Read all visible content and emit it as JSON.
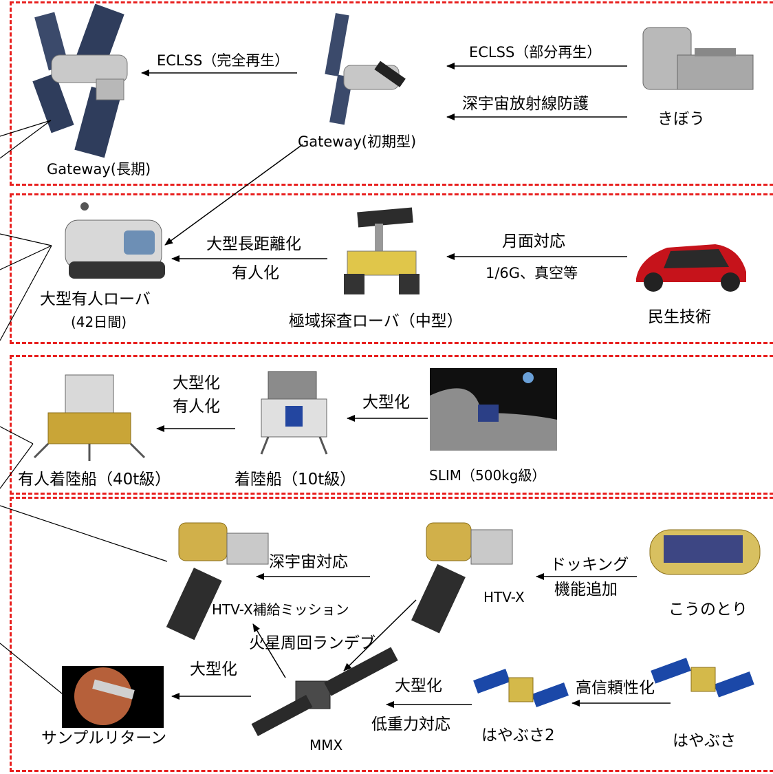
{
  "rows": [
    {
      "labels": {
        "gateway_long": "Gateway(長期)",
        "gateway_initial": "Gateway(初期型)",
        "kibo": "きぼう",
        "arrow1_text": "ECLSS（完全再生）",
        "arrow2_text_a": "ECLSS（部分再生）",
        "arrow2_text_b": "深宇宙放射線防護"
      }
    },
    {
      "labels": {
        "large_rover": "大型有人ローバ",
        "large_rover_sub": "(42日間)",
        "polar_rover": "極域探査ローバ（中型）",
        "civil_tech": "民生技術",
        "arrow1_text_a": "大型長距離化",
        "arrow1_text_b": "有人化",
        "arrow2_text_a": "月面対応",
        "arrow2_text_b": "1/6G、真空等"
      }
    },
    {
      "labels": {
        "crewed_lander": "有人着陸船（40t級）",
        "lander": "着陸船（10t級）",
        "slim": "SLIM（500kg級）",
        "arrow1_text_a": "大型化",
        "arrow1_text_b": "有人化",
        "arrow2_text": "大型化"
      }
    },
    {
      "labels": {
        "htvx_resupply": "HTV-X補給ミッション",
        "htvx": "HTV-X",
        "kounotori": "こうのとり",
        "sample_return": "サンプルリターン",
        "mmx": "MMX",
        "hayabusa2": "はやぶさ2",
        "hayabusa": "はやぶさ",
        "deep_space": "深宇宙対応",
        "docking_a": "ドッキング",
        "docking_b": "機能追加",
        "mars_rendezvous": "火星周回ランデブ",
        "enlarge_left": "大型化",
        "enlarge_right_a": "大型化",
        "enlarge_right_b": "低重力対応",
        "high_reliability": "高信頼性化"
      }
    }
  ],
  "colors": {
    "frame": "#e8201f",
    "arrow": "#000000"
  }
}
